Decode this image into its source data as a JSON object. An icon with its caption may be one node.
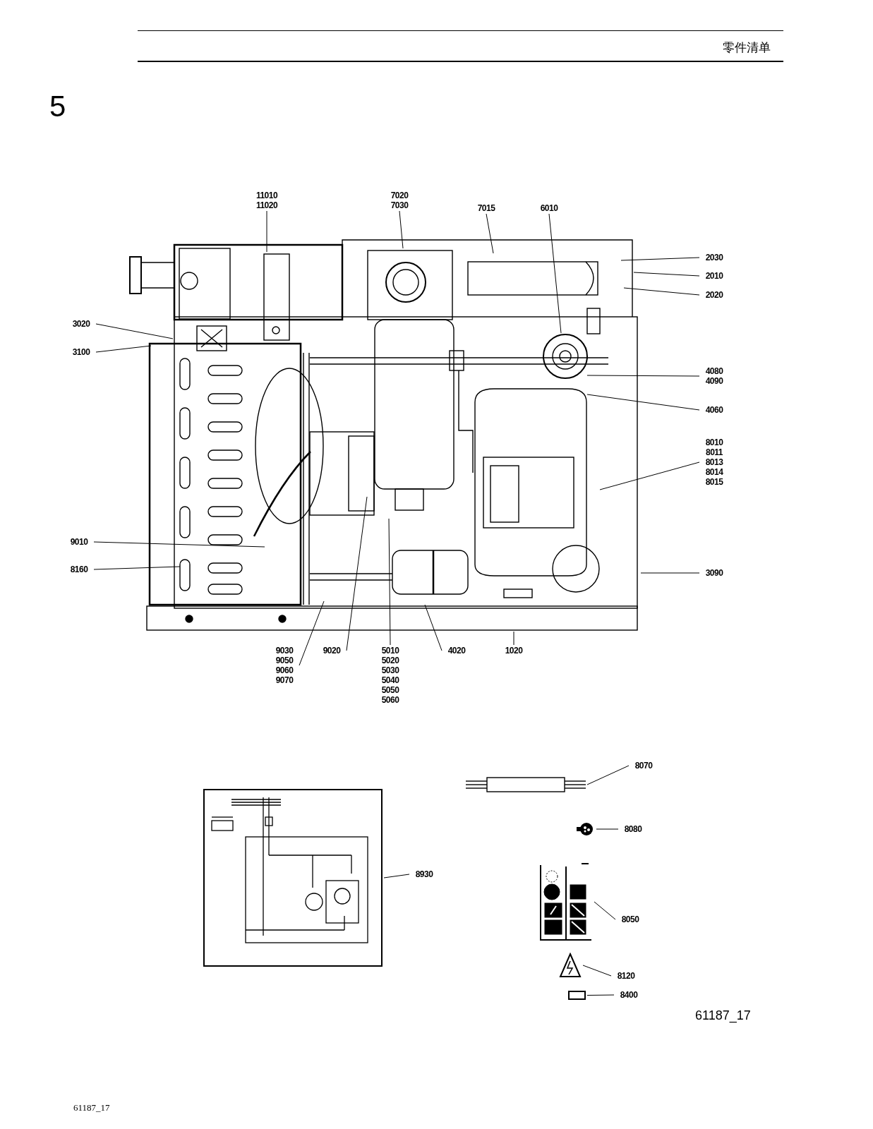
{
  "diagram": {
    "title": "5",
    "nodes": [
      {
        "text": [
          "11010 11020"
        ]
      },
      {
        "text": [
          "7020 7030"
        ]
      },
      {
        "text": [
          "7015"
        ]
      },
      {
        "text": [
          "6010"
        ]
      },
      {
        "text": [
          "2030"
        ]
      },
      {
        "text": [
          "2010"
        ]
      },
      {
        "text": [
          "2020"
        ]
      },
      {
        "text": [
          "3020"
        ]
      },
      {
        "text": [
          "3100"
        ]
      },
      {
        "text": [
          "4080 4090"
        ]
      },
      {
        "text": [
          "4060"
        ]
      },
      {
        "text": [
          "8010 8011 8013 8014 8015"
        ]
      },
      {
        "text": [
          "9010"
        ]
      },
      {
        "text": [
          "8160"
        ]
      },
      {
        "text": [
          "3090"
        ]
      },
      {
        "text": [
          "9030 9050 9060 9070"
        ]
      },
      {
        "text": [
          "9020"
        ]
      },
      {
        "text": [
          "5010 5020 5030 5040 5050 5060"
        ]
      },
      {
        "text": [
          "4020"
        ]
      },
      {
        "text": [
          "1020"
        ]
      },
      {
        "text": [],
        "shape": "picture"
      },
      {
        "text": [
          "8070"
        ]
      },
      {
        "text": [],
        "shape": "picture"
      },
      {
        "text": [
          "8080"
        ]
      },
      {
        "text": [],
        "shape": "picture"
      },
      {
        "text": [
          "8930"
        ]
      },
      {
        "text": [],
        "shape": "picture"
      },
      {
        "text": [
          "8050"
        ]
      },
      {
        "text": [],
        "shape": "picture"
      },
      {
        "text": [
          "8120"
        ]
      },
      {
        "text": [],
        "shape": "box"
      },
      {
        "text": [
          "8400"
        ]
      }
    ],
    "edges": [
      {
        "from": 0,
        "to": null,
        "arrow": "none"
      },
      {
        "from": 1,
        "to": null,
        "arrow": "none"
      },
      {
        "from": 2,
        "to": null,
        "arrow": "none"
      },
      {
        "from": 3,
        "to": null,
        "arrow": "none"
      },
      {
        "from": 4,
        "to": null,
        "arrow": "none"
      },
      {
        "from": 5,
        "to": null,
        "arrow": "none"
      },
      {
        "from": 6,
        "to": null,
        "arrow": "none"
      },
      {
        "from": 7,
        "to": null,
        "arrow": "none"
      },
      {
        "from": 8,
        "to": null,
        "arrow": "none"
      },
      {
        "from": 9,
        "to": null,
        "arrow": "none"
      },
      {
        "from": 10,
        "to": null,
        "arrow": "none"
      },
      {
        "from": 11,
        "to": null,
        "arrow": "none"
      },
      {
        "from": 12,
        "to": null,
        "arrow": "none"
      },
      {
        "from": 13,
        "to": null,
        "arrow": "none"
      },
      {
        "from": 14,
        "to": null,
        "arrow": "none"
      },
      {
        "from": 15,
        "to": null,
        "arrow": "none"
      },
      {
        "from": 16,
        "to": null,
        "arrow": "none"
      },
      {
        "from": 17,
        "to": null,
        "arrow": "none"
      },
      {
        "from": 18,
        "to": null,
        "arrow": "none"
      },
      {
        "from": 19,
        "to": null,
        "arrow": "none"
      },
      {
        "from": 21,
        "to": 20,
        "arrow": "none"
      },
      {
        "from": 23,
        "to": 22,
        "arrow": "none"
      },
      {
        "from": 25,
        "to": 24,
        "arrow": "none"
      },
      {
        "from": 27,
        "to": 26,
        "arrow": "none"
      },
      {
        "from": 29,
        "to": 28,
        "arrow": "none"
      },
      {
        "from": 31,
        "to": 30,
        "arrow": "none"
      }
    ],
    "labels": [
      "零件清单",
      "61187_17",
      "61187_17"
    ]
  }
}
